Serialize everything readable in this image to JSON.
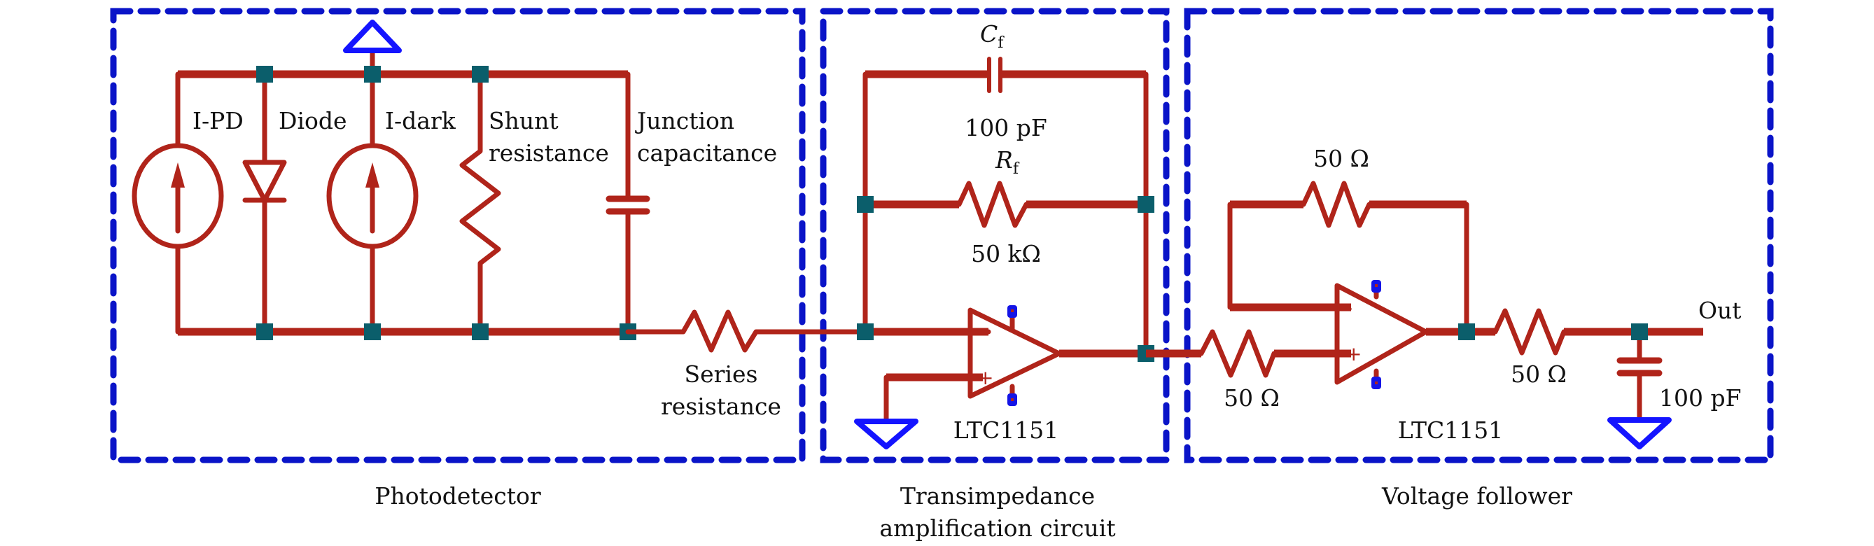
{
  "diagram": {
    "colors": {
      "wire": "#b0241a",
      "panel_border": "#0a14c8",
      "ground_symbol": "#1414ff",
      "junction_node": "#0b5e6b",
      "text": "#111111"
    },
    "panels": [
      {
        "id": "photodetector",
        "caption": "Photodetector"
      },
      {
        "id": "transimpedance",
        "caption_line1": "Transimpedance",
        "caption_line2": "amplification circuit"
      },
      {
        "id": "voltage_follower",
        "caption": "Voltage follower"
      }
    ],
    "photodetector": {
      "components": [
        {
          "label": "I-PD",
          "type": "current-source"
        },
        {
          "label": "Diode",
          "type": "diode"
        },
        {
          "label": "I-dark",
          "type": "current-source"
        },
        {
          "label_line1": "Shunt",
          "label_line2": "resistance",
          "type": "resistor"
        },
        {
          "label_line1": "Junction",
          "label_line2": "capacitance",
          "type": "capacitor"
        }
      ],
      "series_resistor": {
        "label_line1": "Series",
        "label_line2": "resistance"
      }
    },
    "transimpedance": {
      "cf": {
        "symbol": "C",
        "subscript": "f",
        "value": "100 pF"
      },
      "rf": {
        "symbol": "R",
        "subscript": "f",
        "value": "50 kΩ"
      },
      "opamp": {
        "model": "LTC1151"
      }
    },
    "voltage_follower": {
      "feedback_resistor": {
        "value": "50 Ω"
      },
      "input_resistor": {
        "value": "50 Ω"
      },
      "output_resistor": {
        "value": "50 Ω"
      },
      "output_capacitor": {
        "value": "100 pF"
      },
      "opamp": {
        "model": "LTC1151"
      },
      "output_label": "Out"
    }
  }
}
